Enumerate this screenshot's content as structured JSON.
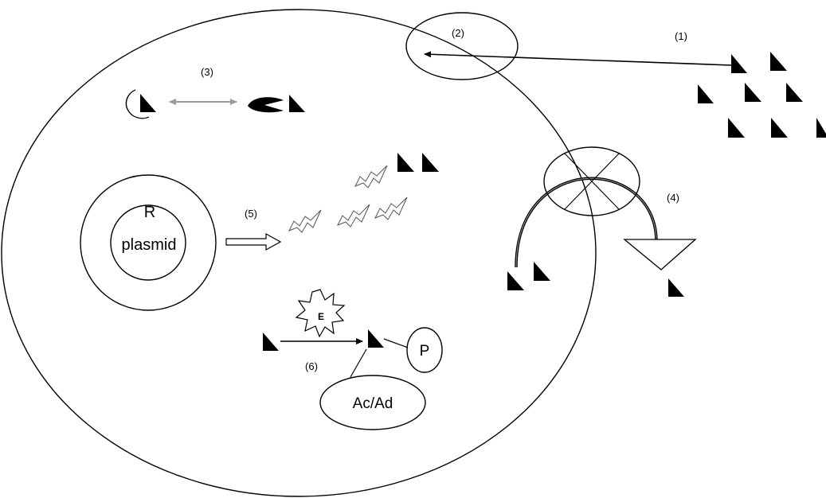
{
  "diagram": {
    "step_labels": {
      "step1": "(1)",
      "step2": "(2)",
      "step3": "(3)",
      "step4": "(4)",
      "step5": "(5)",
      "step6": "(6)"
    },
    "plasmid": {
      "r_label": "R",
      "label": "plasmid"
    },
    "enzyme_label": "E",
    "p_label": "P",
    "acad_label": "Ac/Ad",
    "colors": {
      "stroke": "#000000",
      "gray_arrow": "#9a9a9a",
      "background": "#ffffff"
    },
    "icons": [
      "antibiotic-wedge-icon",
      "lightning-bolt-icon",
      "crescent-icon",
      "hollow-arrow-icon",
      "starburst-icon",
      "efflux-pump-icon"
    ]
  }
}
